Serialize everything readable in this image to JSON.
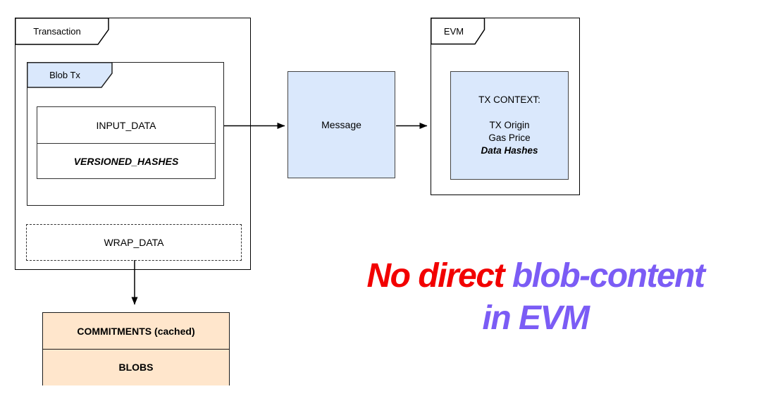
{
  "diagram": {
    "transaction": {
      "label": "Transaction"
    },
    "blob_tx": {
      "label": "Blob Tx"
    },
    "input_data": {
      "label": "INPUT_DATA"
    },
    "versioned_hashes": {
      "label": "VERSIONED_HASHES"
    },
    "wrap_data": {
      "label": "WRAP_DATA"
    },
    "commitments": {
      "label": "COMMITMENTS (cached)"
    },
    "blobs": {
      "label": "BLOBS"
    },
    "message": {
      "label": "Message"
    },
    "evm": {
      "label": "EVM"
    },
    "tx_context": {
      "title": "TX CONTEXT:",
      "line1": "TX Origin",
      "line2": "Gas Price",
      "line3": "Data Hashes"
    },
    "caption": {
      "red_text": "No direct",
      "purple_text": "blob-content",
      "second_line": "in EVM"
    },
    "colors": {
      "blue_fill": "#dae8fc",
      "peach_fill": "#ffe6cc",
      "caption_red": "#f20000",
      "caption_purple": "#7b5cf5",
      "frame_border": "#000000"
    }
  }
}
